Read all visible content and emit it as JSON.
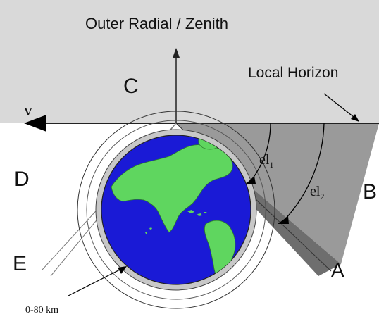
{
  "labels": {
    "zenith": "Outer Radial / Zenith",
    "horizon": "Local Horizon",
    "velocity": "v",
    "region_c": "C",
    "region_d": "D",
    "region_e": "E",
    "region_b": "B",
    "region_a": "A",
    "elevation_1_base": "el",
    "elevation_1_sub": "1",
    "elevation_2_base": "el",
    "elevation_2_sub": "2",
    "altitude_band": "0-80 km"
  },
  "colors": {
    "sky": "#d9d9d9",
    "wedge_light": "#9a9a9a",
    "wedge_dark": "#6e6e6e",
    "ocean": "#1a1ad6",
    "land": "#5fd65f",
    "atmosphere": "#c8c8c8"
  }
}
